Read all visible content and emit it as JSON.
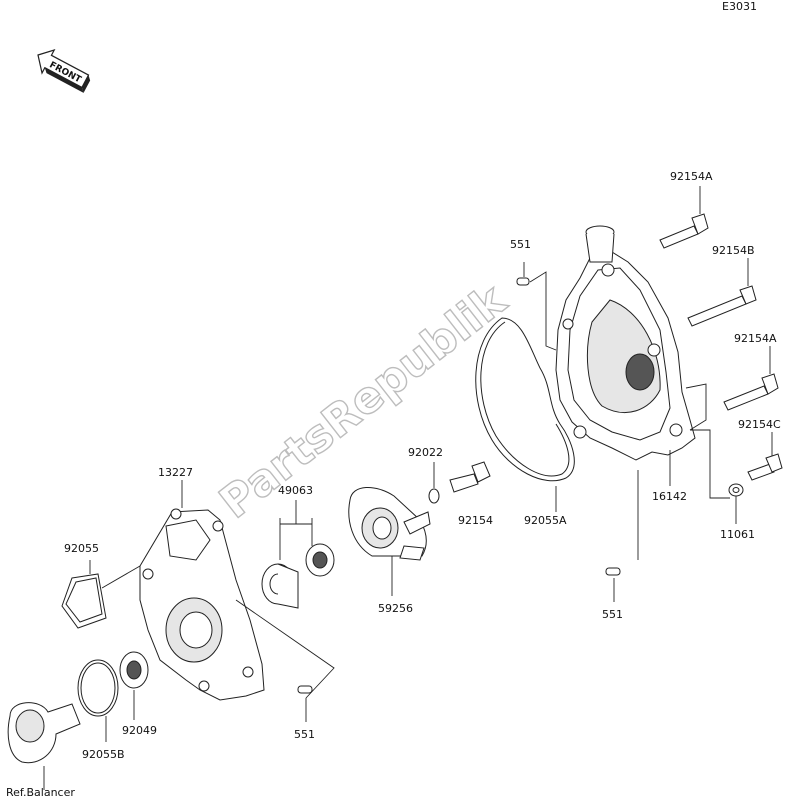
{
  "diagram": {
    "code": "E3031",
    "front_label": "FRONT",
    "watermark": "PartsRepublik"
  },
  "labels": {
    "p13227": "13227",
    "p92055": "92055",
    "p49063": "49063",
    "p92022": "92022",
    "p92154": "92154",
    "p92055A": "92055A",
    "p59256": "59256",
    "p551_top": "551",
    "p551_bottom_left": "551",
    "p551_bottom_right": "551",
    "p92154A_top": "92154A",
    "p92154B": "92154B",
    "p92154A_mid": "92154A",
    "p92154C": "92154C",
    "p16142": "16142",
    "p11061": "11061",
    "p92049": "92049",
    "p92055B": "92055B",
    "ref_balancer": "Ref.Balancer"
  }
}
